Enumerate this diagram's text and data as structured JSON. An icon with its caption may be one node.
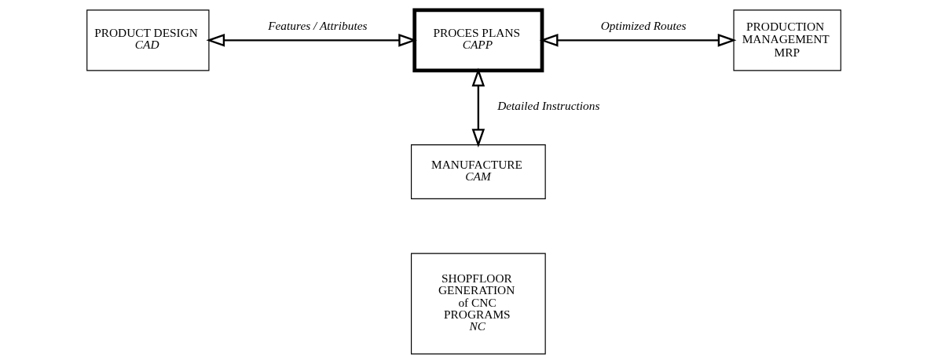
{
  "diagram": {
    "nodes": [
      {
        "text": [
          "PRODUCT DESIGN",
          "CAD"
        ]
      },
      {
        "text": [
          "PROCES PLANS",
          "CAPP"
        ]
      },
      {
        "text": [
          "PRODUCTION MANAGEMENT",
          "MRP"
        ]
      },
      {
        "text": [
          "MANUFACTURE",
          "CAM"
        ]
      },
      {
        "text": [
          "SHOPFLOOR GENERATION of CNC PROGRAMS",
          "NC"
        ]
      }
    ],
    "edges": [
      {
        "from": 0,
        "to": 1,
        "arrow": "both",
        "label": "Features / Attributes"
      },
      {
        "from": 1,
        "to": 2,
        "arrow": "both",
        "label": "Optimized Routes"
      },
      {
        "from": 1,
        "to": 3,
        "arrow": "both",
        "label": "Detailed Instructions"
      }
    ]
  }
}
